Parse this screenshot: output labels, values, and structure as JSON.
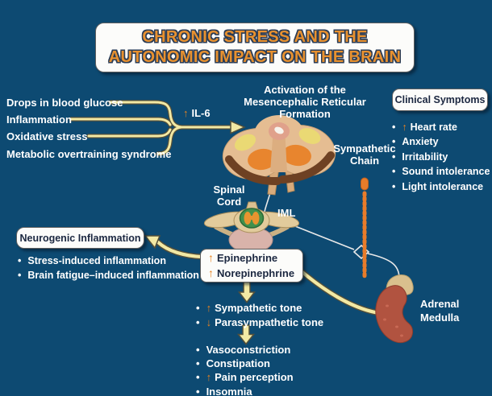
{
  "colors": {
    "background": "#0d4a72",
    "connector_yellow": "#f2e9a4",
    "arrow_orange": "#e8821f",
    "chain_orange": "#e87c2a",
    "title_orange": "#e8912f",
    "box_white": "#fcfcfa",
    "text_light": "#ffffff",
    "text_dark": "#1b2740"
  },
  "title": {
    "line1": "CHRONIC STRESS AND THE",
    "line2": "AUTONOMIC IMPACT ON THE BRAIN"
  },
  "triggers": {
    "items": [
      "Drops in blood glucose",
      "Inflammation",
      "Oxidative stress",
      "Metabolic overtraining syndrome"
    ],
    "mediator_arrow": "↑",
    "mediator_label": "IL-6"
  },
  "midbrain": {
    "caption_line1": "Activation of the",
    "caption_line2": "Mesencephalic Reticular Formation"
  },
  "sympathetic_chain": {
    "label_line1": "Sympathetic",
    "label_line2": "Chain"
  },
  "clinical_symptoms": {
    "title": "Clinical Symptoms",
    "items": [
      {
        "arrow": "↑",
        "text": "Heart rate"
      },
      {
        "text": "Anxiety"
      },
      {
        "text": "Irritability"
      },
      {
        "text": "Sound intolerance"
      },
      {
        "text": "Light intolerance"
      }
    ]
  },
  "spinal_cord": {
    "label_line1": "Spinal",
    "label_line2": "Cord",
    "iml_label": "IML"
  },
  "neurogenic_inflammation": {
    "title": "Neurogenic Inflammation",
    "items": [
      "Stress-induced inflammation",
      "Brain fatigue–induced inflammation"
    ]
  },
  "hormones": {
    "items": [
      {
        "arrow": "↑",
        "text": "Epinephrine"
      },
      {
        "arrow": "↑",
        "text": "Norepinephrine"
      }
    ]
  },
  "autonomic_tone": {
    "items": [
      {
        "arrow": "↑",
        "text": "Sympathetic tone"
      },
      {
        "arrow": "↓",
        "text": "Parasympathetic tone"
      }
    ]
  },
  "downstream_effects": {
    "items": [
      {
        "text": "Vasoconstriction"
      },
      {
        "text": "Constipation"
      },
      {
        "arrow": "↑",
        "text": "Pain perception"
      },
      {
        "text": "Insomnia"
      }
    ]
  },
  "adrenal_medulla": {
    "label_line1": "Adrenal",
    "label_line2": "Medulla"
  }
}
